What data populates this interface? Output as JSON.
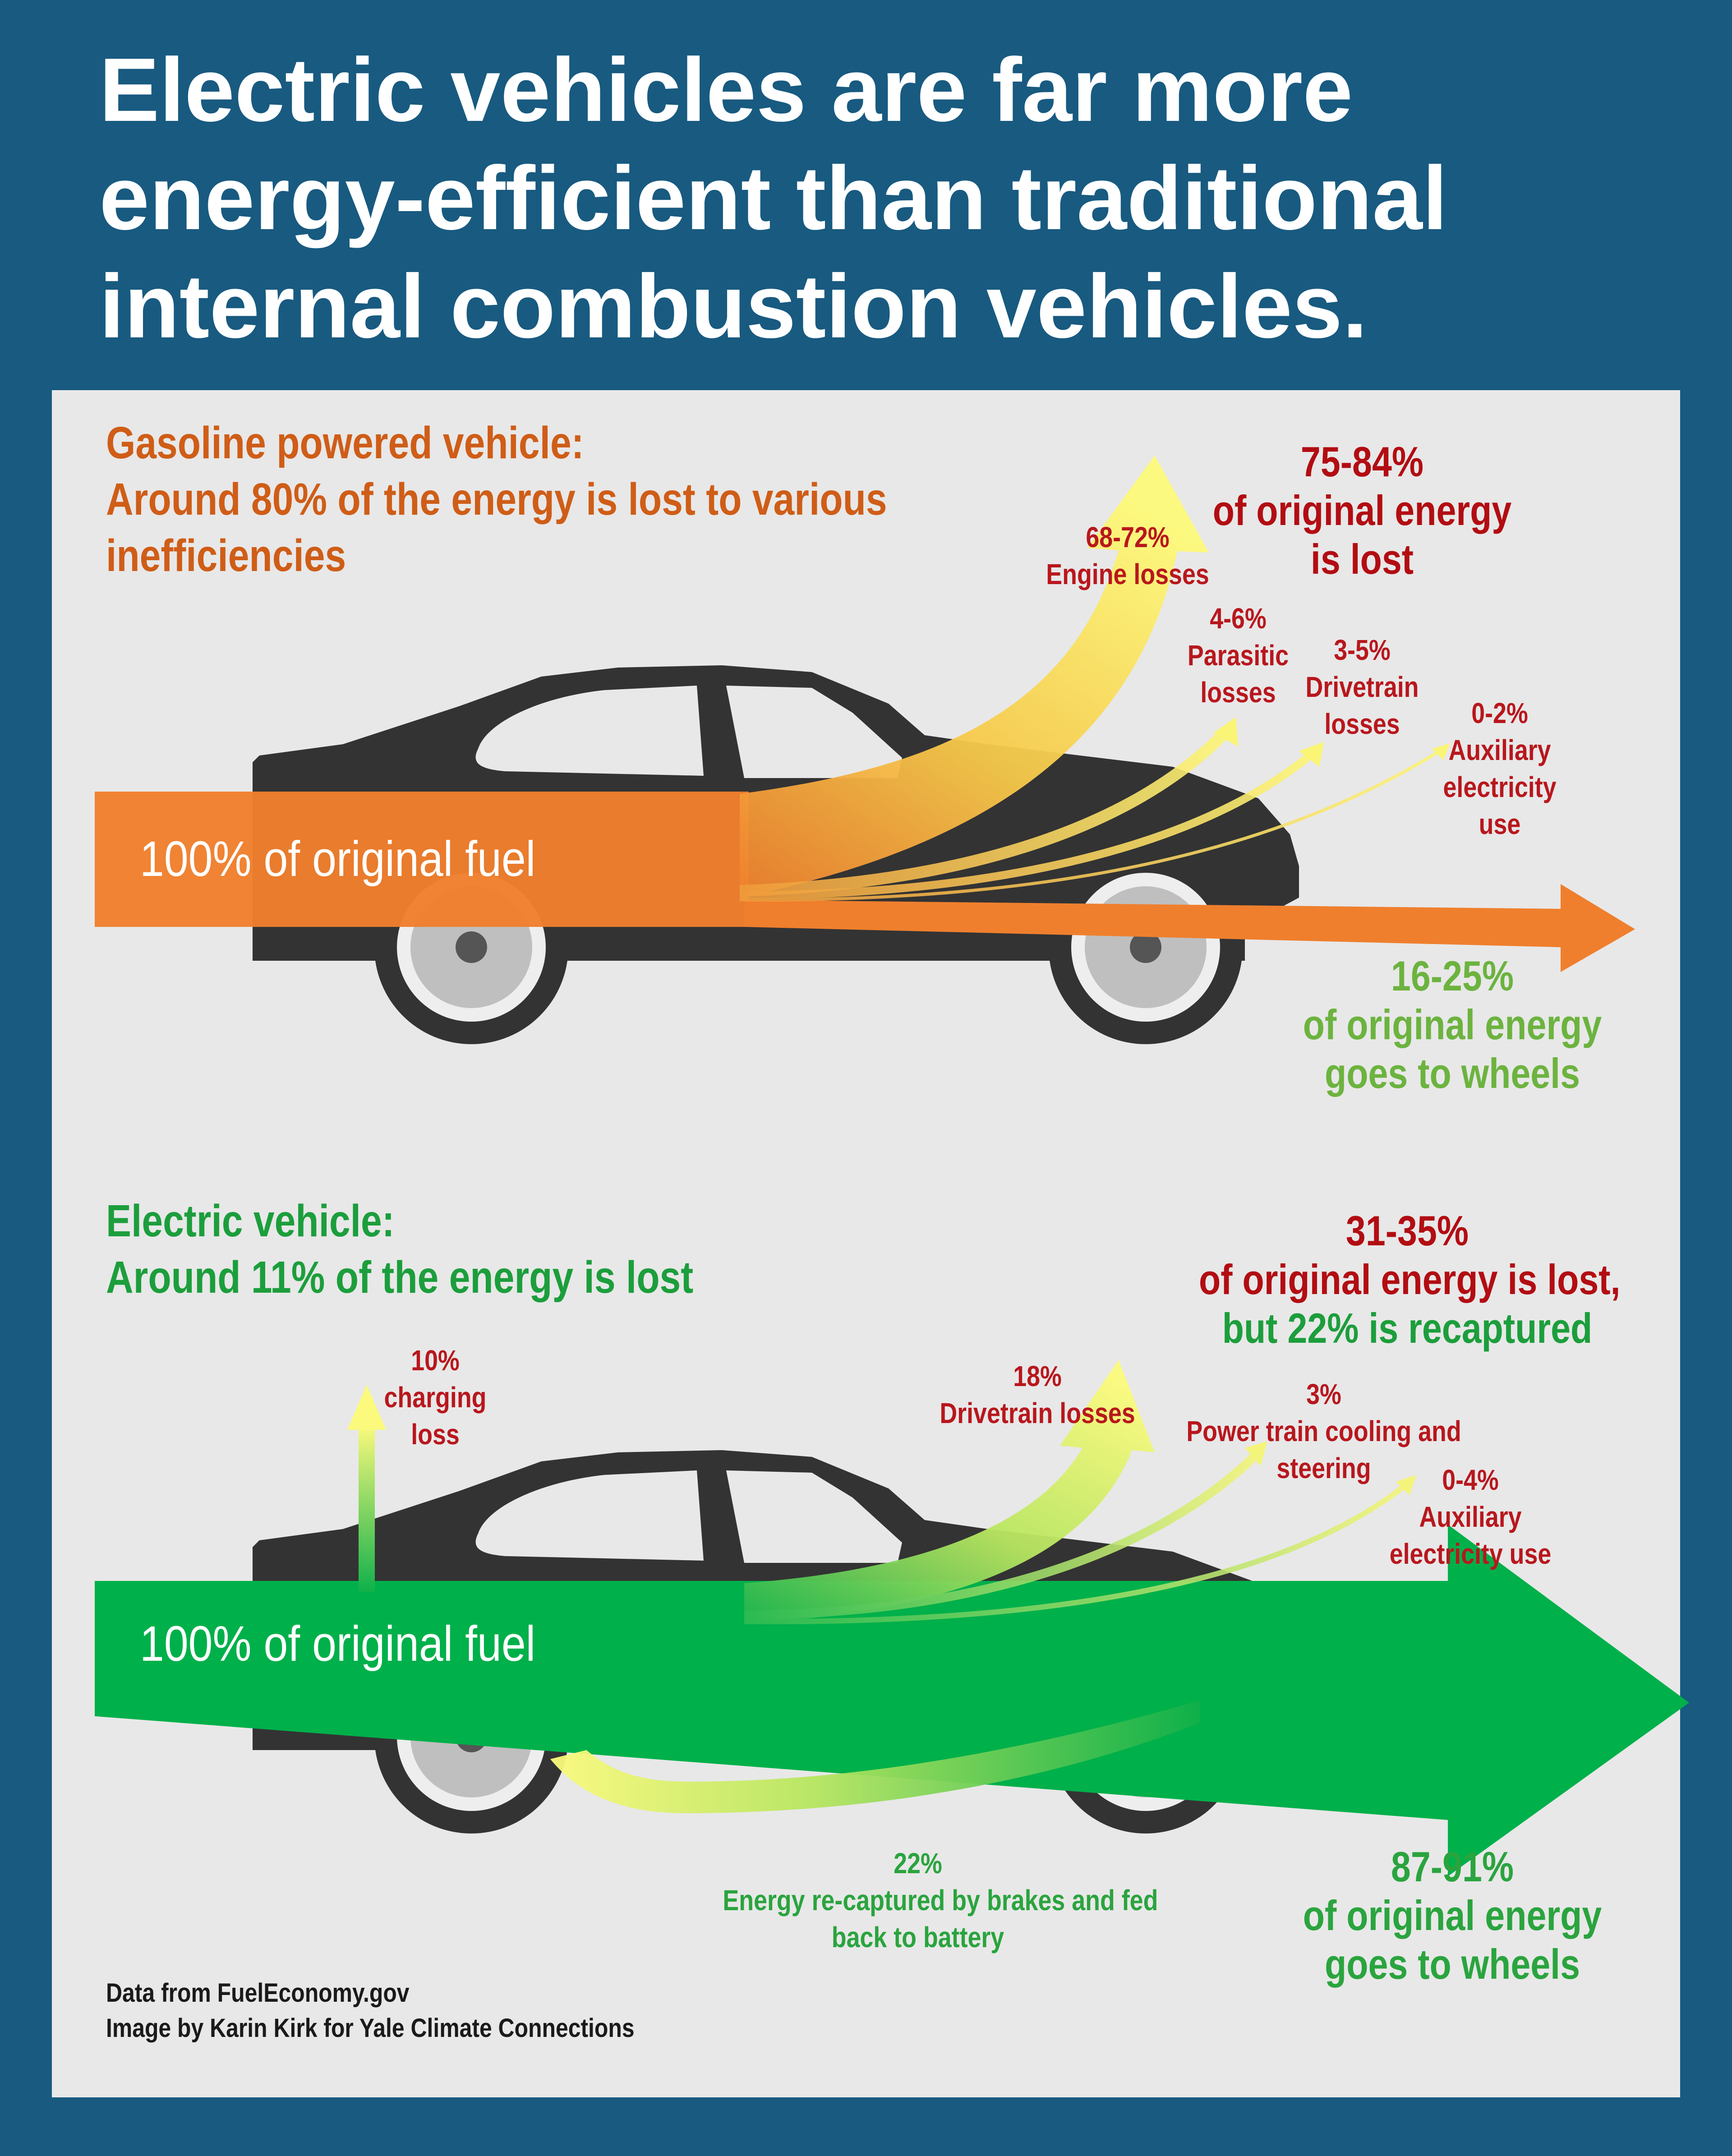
{
  "title": "Electric vehicles are far more energy-efficient than traditional internal combustion vehicles.",
  "colors": {
    "background": "#185a80",
    "panel": "#e8e8e8",
    "gas_arrow": "#ef7f2d",
    "ev_arrow": "#00b04a",
    "loss_red": "#b20d12",
    "wheel_green": "#6cb33f",
    "car_body": "#333333"
  },
  "gasoline": {
    "heading_line1": "Gasoline powered vehicle:",
    "heading_line2": "Around 80% of the energy is lost to various",
    "heading_line3": "inefficiencies",
    "arrow_label": "100% of original fuel",
    "total_lost": {
      "pct": "75-84%",
      "line2": "of original energy",
      "line3": "is lost"
    },
    "losses": [
      {
        "pct": "68-72%",
        "label_1": "Engine losses",
        "label_2": ""
      },
      {
        "pct": "4-6%",
        "label_1": "Parasitic",
        "label_2": "losses"
      },
      {
        "pct": "3-5%",
        "label_1": "Drivetrain",
        "label_2": "losses"
      },
      {
        "pct": "0-2%",
        "label_1": "Auxiliary",
        "label_2": "electricity",
        "label_3": "use"
      }
    ],
    "to_wheels": {
      "pct": "16-25%",
      "line2": "of original energy",
      "line3": "goes to wheels"
    }
  },
  "electric": {
    "heading_line1": "Electric vehicle:",
    "heading_line2": "Around 11% of the energy is lost",
    "arrow_label": "100% of original fuel",
    "total_lost": {
      "pct": "31-35%",
      "line2": "of original energy is lost,",
      "line3": "but 22% is recaptured"
    },
    "charging": {
      "pct": "10%",
      "label_1": "charging",
      "label_2": "loss"
    },
    "losses": [
      {
        "pct": "18%",
        "label_1": "Drivetrain losses"
      },
      {
        "pct": "3%",
        "label_1": "Power train cooling and",
        "label_2": "steering"
      },
      {
        "pct": "0-4%",
        "label_1": "Auxiliary",
        "label_2": "electricity use"
      }
    ],
    "recaptured": {
      "pct": "22%",
      "label_1": "Energy re-captured by brakes and fed",
      "label_2": "back to battery"
    },
    "to_wheels": {
      "pct": "87-91%",
      "line2": "of original energy",
      "line3": "goes to wheels"
    }
  },
  "credits": {
    "line1": "Data from FuelEconomy.gov",
    "line2": "Image by Karin Kirk for Yale Climate Connections"
  }
}
